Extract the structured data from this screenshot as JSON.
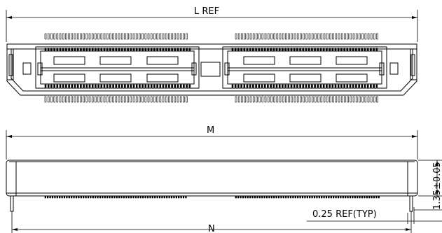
{
  "dimensions": {
    "top_length": "L  REF",
    "side_length": "M",
    "bottom_length": "N",
    "height": "1.35±0.05",
    "pin_offset": "0.25  REF(TYP)"
  },
  "colors": {
    "line": "#000000",
    "background": "#ffffff"
  }
}
